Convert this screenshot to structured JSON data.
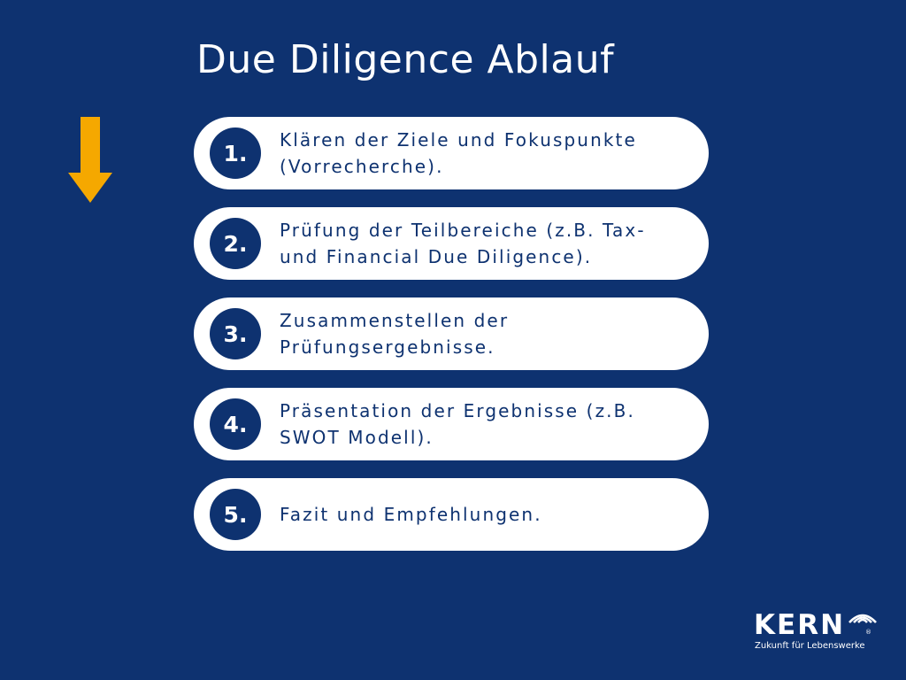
{
  "title": "Due Diligence Ablauf",
  "colors": {
    "background": "#0e3270",
    "card": "#ffffff",
    "arrow": "#f5a800",
    "text_dark": "#0e3270"
  },
  "arrow_icon": "arrow-down-icon",
  "steps": [
    {
      "number": "1.",
      "lines": [
        "Klären der Ziele und Fokuspunkte",
        "(Vorrecherche)."
      ]
    },
    {
      "number": "2.",
      "lines": [
        "Prüfung der Teilbereiche (z.B. Tax-",
        "und Financial Due Diligence)."
      ]
    },
    {
      "number": "3.",
      "lines": [
        "Zusammenstellen der",
        "Prüfungsergebnisse."
      ]
    },
    {
      "number": "4.",
      "lines": [
        "Präsentation der Ergebnisse (z.B.",
        "SWOT Modell)."
      ]
    },
    {
      "number": "5.",
      "lines": [
        "Fazit und Empfehlungen."
      ]
    }
  ],
  "logo": {
    "wordmark": "KERN",
    "tagline": "Zukunft für Lebenswerke",
    "registered": "®"
  }
}
